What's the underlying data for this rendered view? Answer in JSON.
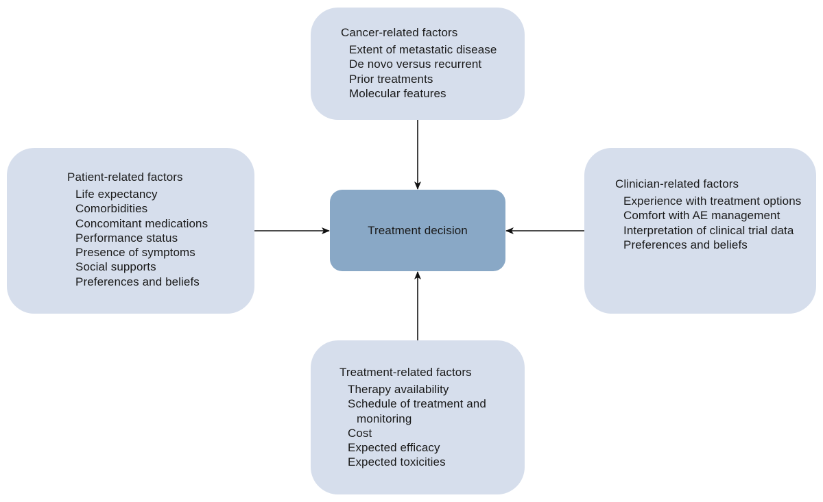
{
  "center": {
    "label": "Treatment decision"
  },
  "cancer": {
    "heading": "Cancer-related factors",
    "items": [
      "Extent of metastatic disease",
      "De novo versus recurrent",
      "Prior treatments",
      "Molecular features"
    ]
  },
  "patient": {
    "heading": "Patient-related factors",
    "items": [
      "Life expectancy",
      "Comorbidities",
      "Concomitant medications",
      "Performance status",
      "Presence of symptoms",
      "Social supports",
      "Preferences and beliefs"
    ]
  },
  "clinician": {
    "heading": "Clinician-related factors",
    "items": [
      "Experience with treatment options",
      "Comfort with AE management",
      "Interpretation of clinical trial data",
      "Preferences and beliefs"
    ]
  },
  "treatment": {
    "heading": "Treatment-related factors",
    "items": [
      "Therapy availability",
      "Schedule of treatment and monitoring",
      "Cost",
      "Expected efficacy",
      "Expected toxicities"
    ]
  },
  "colors": {
    "factor_box": "#d6deec",
    "decision_box": "#89a8c6",
    "arrow": "#111111"
  }
}
